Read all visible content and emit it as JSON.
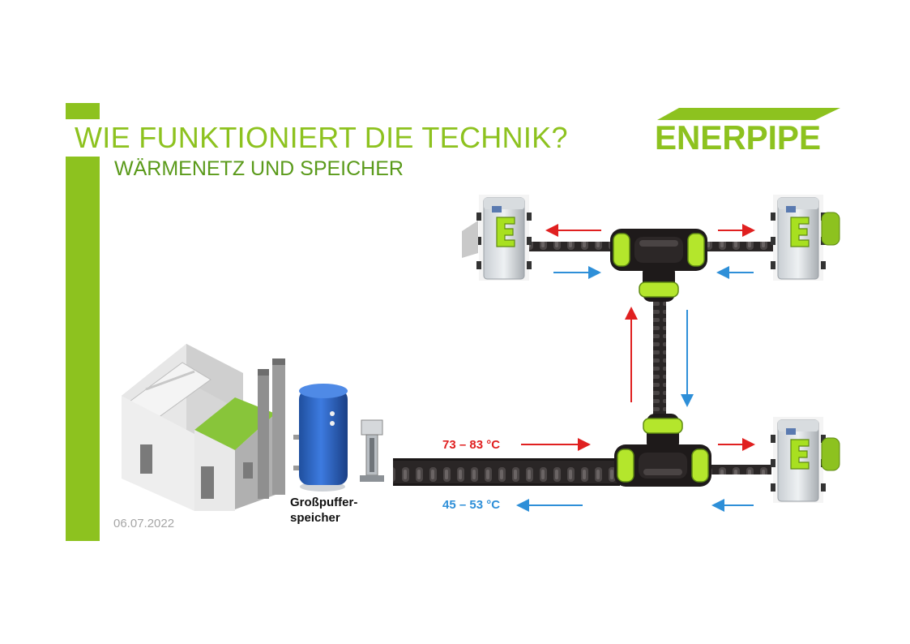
{
  "header": {
    "title": "WIE FUNKTIONIERT DIE TECHNIK?",
    "subtitle": "WÄRMENETZ UND SPEICHER"
  },
  "brand": {
    "logo_text": "ENERPIPE",
    "color": "#8dc21f"
  },
  "footer": {
    "date": "06.07.2022"
  },
  "diagram": {
    "buffer_label": "Großpuffer-\nspeicher",
    "supply_temp": "73 – 83 °C",
    "return_temp": "45 – 53 °C",
    "supply_color": "#e02020",
    "return_color": "#2e8fd8"
  }
}
